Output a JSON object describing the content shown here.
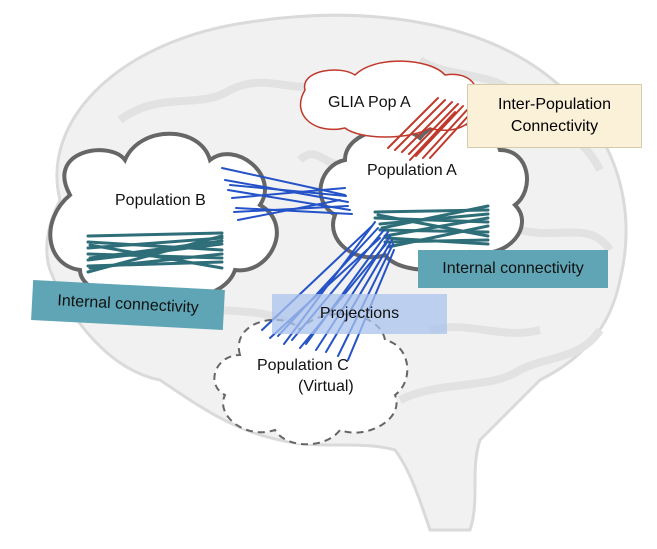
{
  "populations": {
    "b": "Population B",
    "a": "Population A",
    "glia": "GLIA Pop A",
    "c_line1": "Population C",
    "c_line2": "(Virtual)"
  },
  "callouts": {
    "inter_line1": "Inter-Population",
    "inter_line2": "Connectivity",
    "internal_right": "Internal connectivity",
    "internal_left": "Internal connectivity",
    "projections": "Projections"
  },
  "colors": {
    "internal": "#2e6e78",
    "projection": "#2452c7",
    "glia": "#c0392b",
    "teal_box": "#5fa5b5",
    "proj_box": "#a9c3ee",
    "inter_box": "#fbf1d9"
  }
}
